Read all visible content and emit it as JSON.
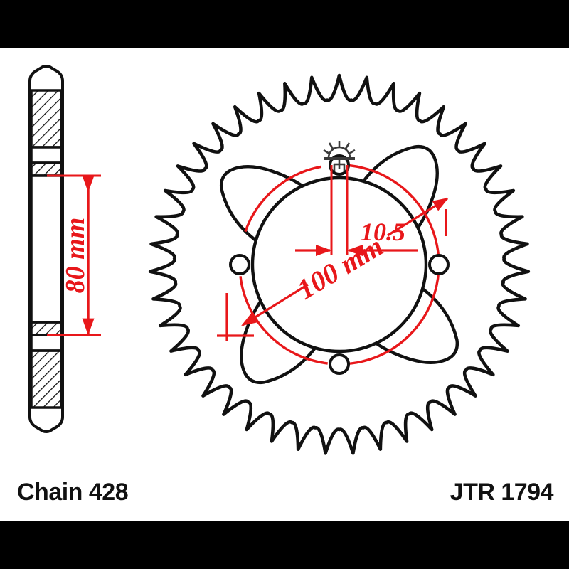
{
  "drawing": {
    "title": "JT Rear Sprocket Technical Drawing",
    "background_color": "#ffffff",
    "letterbox_color": "#000000",
    "line_color": "#111111",
    "dimension_color": "#e8171a"
  },
  "captions": {
    "chain_label": "Chain 428",
    "part_number": "JTR 1794"
  },
  "dimensions": {
    "bolt_circle": "100 mm",
    "bolt_hole": "10.5",
    "hub_height": "80 mm"
  },
  "views": {
    "side_view": {
      "name": "side-profile-section-view",
      "teeth_note": "cross-hatched rim sections top and bottom"
    },
    "front_view": {
      "name": "sprocket-face-view",
      "teeth_count": 43,
      "bolt_holes": 4,
      "lightening_slots": 4
    }
  },
  "symbols": {
    "section_marker": "surface-finish-symbol"
  }
}
